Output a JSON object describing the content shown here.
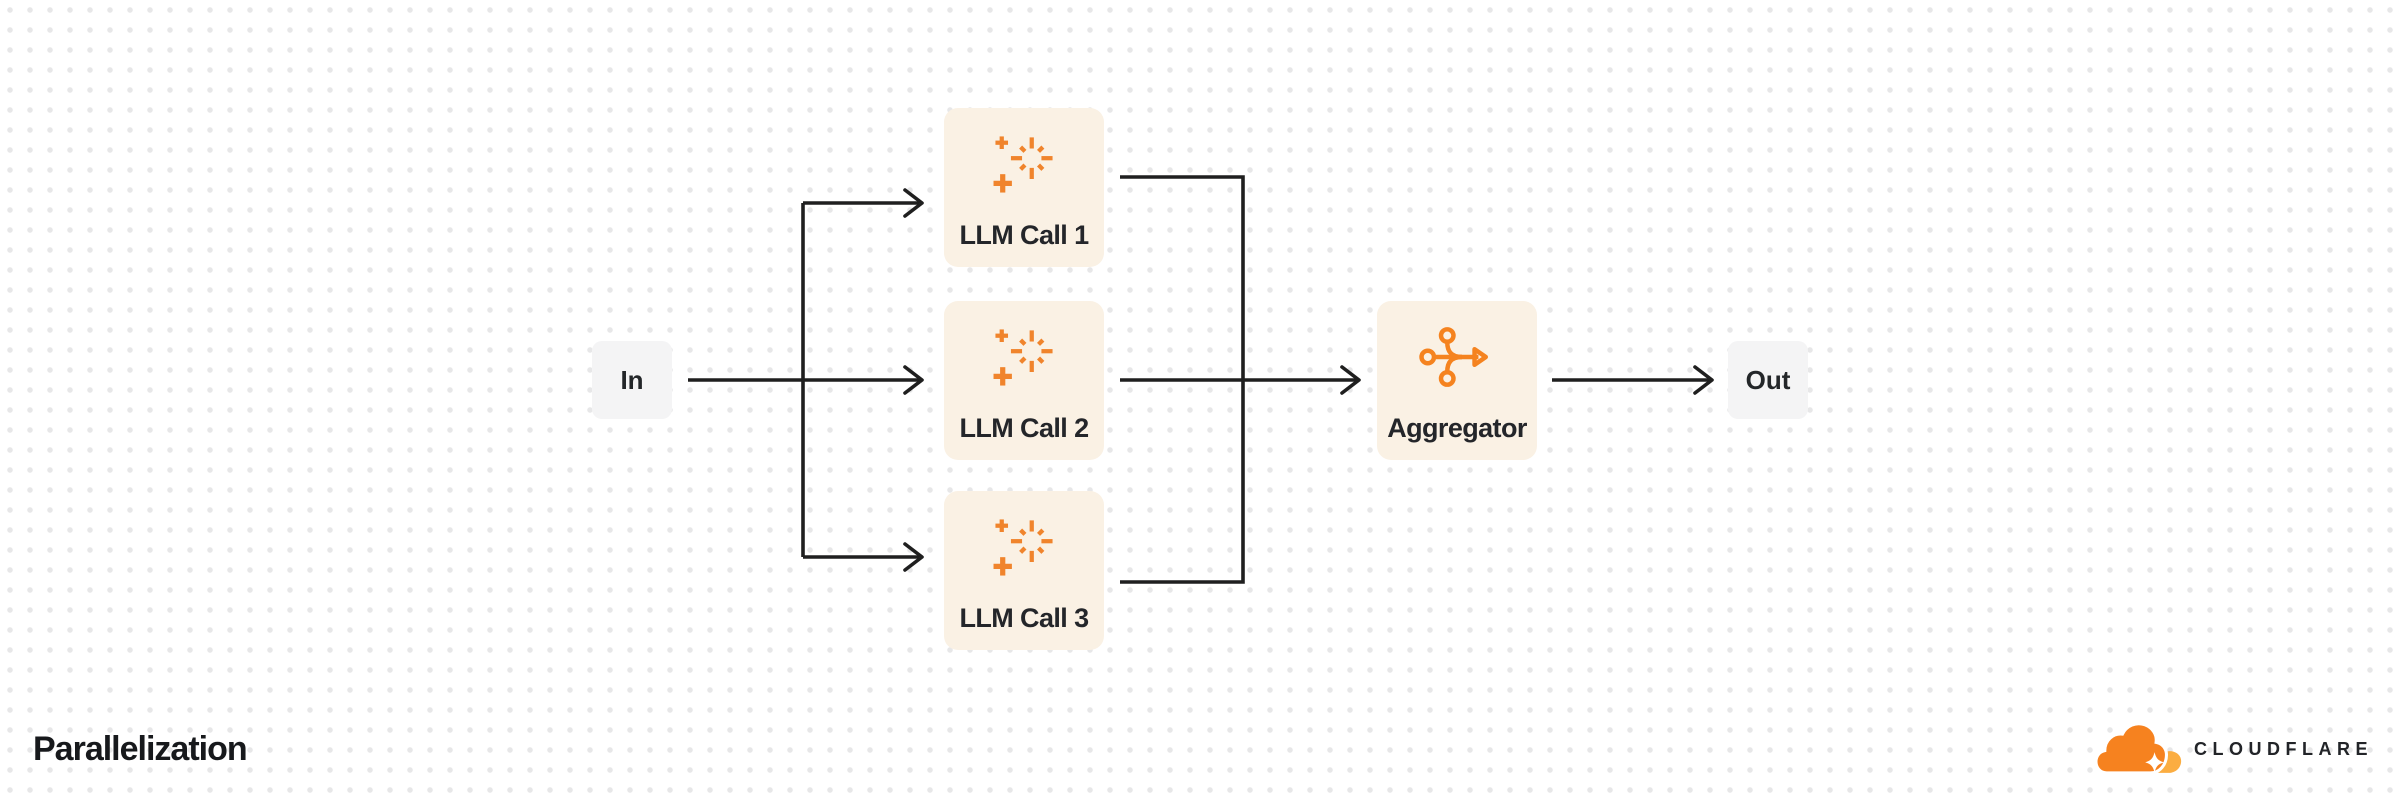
{
  "diagram": {
    "title": "Parallelization",
    "type": "workflow-pattern",
    "nodes": {
      "in": {
        "label": "In"
      },
      "llm_calls": [
        {
          "label": "LLM Call 1",
          "icon": "sparkle-icon"
        },
        {
          "label": "LLM Call 2",
          "icon": "sparkle-icon"
        },
        {
          "label": "LLM Call 3",
          "icon": "sparkle-icon"
        }
      ],
      "aggregator": {
        "label": "Aggregator",
        "icon": "merge-arrow-icon"
      },
      "out": {
        "label": "Out"
      }
    },
    "edges": [
      "in -> llm_call_1",
      "in -> llm_call_2",
      "in -> llm_call_3",
      "llm_call_1 -> aggregator",
      "llm_call_2 -> aggregator",
      "llm_call_3 -> aggregator",
      "aggregator -> out"
    ],
    "colors": {
      "task_fill": "#faf1e4",
      "terminal_fill": "#f4f4f5",
      "icon_orange": "#f0842c",
      "connector": "#1f1f1f",
      "label_text": "#24262a",
      "dot_grid": "#e7e7e8"
    }
  },
  "branding": {
    "wordmark": "CLOUDFLARE",
    "logo_orange": "#f6821f",
    "logo_light_orange": "#fbad41"
  }
}
